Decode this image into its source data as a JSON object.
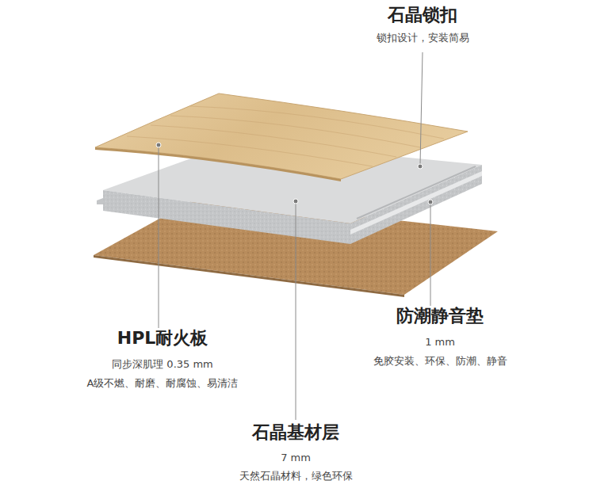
{
  "diagram": {
    "labels": [
      "石晶锁扣",
      "锁扣设计，安装简易",
      "防潮静音垫",
      "1 mm",
      "免胶安装、环保、防潮、静音",
      "HPL耐火板",
      "同步深肌理 0.35 mm",
      "A级不燃、耐磨、耐腐蚀、易清洁",
      "石晶基材层",
      "7 mm",
      "天然石晶材料，绿色环保"
    ]
  }
}
